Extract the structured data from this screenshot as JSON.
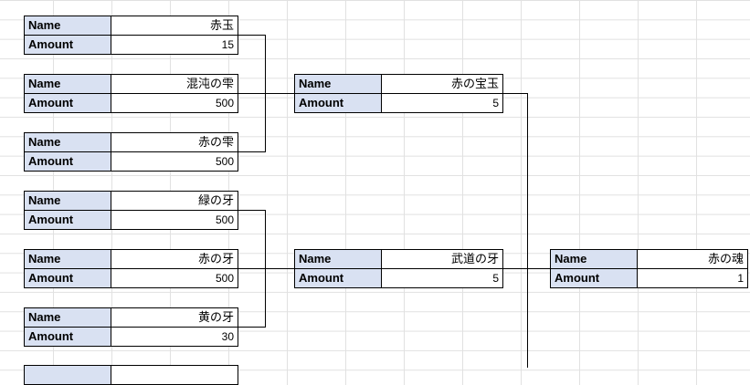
{
  "labels": {
    "name": "Name",
    "amount": "Amount"
  },
  "column1": [
    {
      "name": "赤玉",
      "amount": "15"
    },
    {
      "name": "混沌の雫",
      "amount": "500"
    },
    {
      "name": "赤の雫",
      "amount": "500"
    },
    {
      "name": "緑の牙",
      "amount": "500"
    },
    {
      "name": "赤の牙",
      "amount": "500"
    },
    {
      "name": "黄の牙",
      "amount": "30"
    }
  ],
  "column2": [
    {
      "name": "赤の宝玉",
      "amount": "5"
    },
    {
      "name": "武道の牙",
      "amount": "5"
    }
  ],
  "column3": [
    {
      "name": "赤の魂",
      "amount": "1"
    }
  ],
  "colors": {
    "label_fill": "#d9e1f2",
    "grid": "#e1e1e1",
    "border": "#000000"
  }
}
